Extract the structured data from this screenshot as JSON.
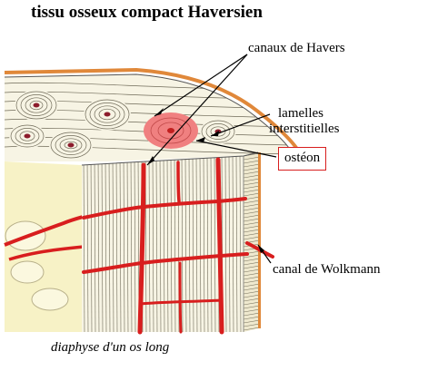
{
  "title": "tissu osseux compact Haversien",
  "labels": {
    "havers": "canaux de Havers",
    "lamelles_line1": "lamelles",
    "lamelles_line2": "interstitielles",
    "osteon": "ostéon",
    "wolkmann": "canal de Wolkmann"
  },
  "caption": "diaphyse d'un os long",
  "colors": {
    "vessel": "#d81e1e",
    "osteon_fill": "#f08080",
    "bone_fill": "#f7f4e4",
    "periosteum": "#e0883a",
    "label_box": "#d81e1e"
  }
}
